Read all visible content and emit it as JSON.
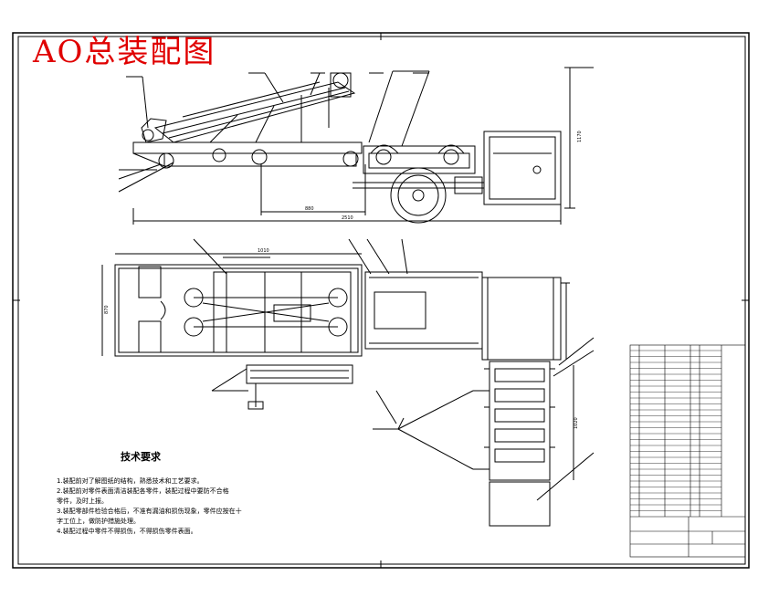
{
  "drawing": {
    "title": "AO总装配图",
    "notes_heading": "技术要求",
    "notes": [
      "1.装配前对了解图纸的结构，熟悉技术和工艺要求。",
      "2.装配前对零件表面清洁装配各零件，装配过程中要防不合格",
      "零件，及时上报。",
      "3.装配零部件检验合格后，不准有漏油和损伤现象，零件应按在十",
      "字工位上，做防护措施处理。",
      "4.装配过程中零件不得损伤，不得损伤零件表面。"
    ]
  },
  "colors": {
    "title": "#e00000",
    "lines": "#000000",
    "background": "#ffffff"
  }
}
